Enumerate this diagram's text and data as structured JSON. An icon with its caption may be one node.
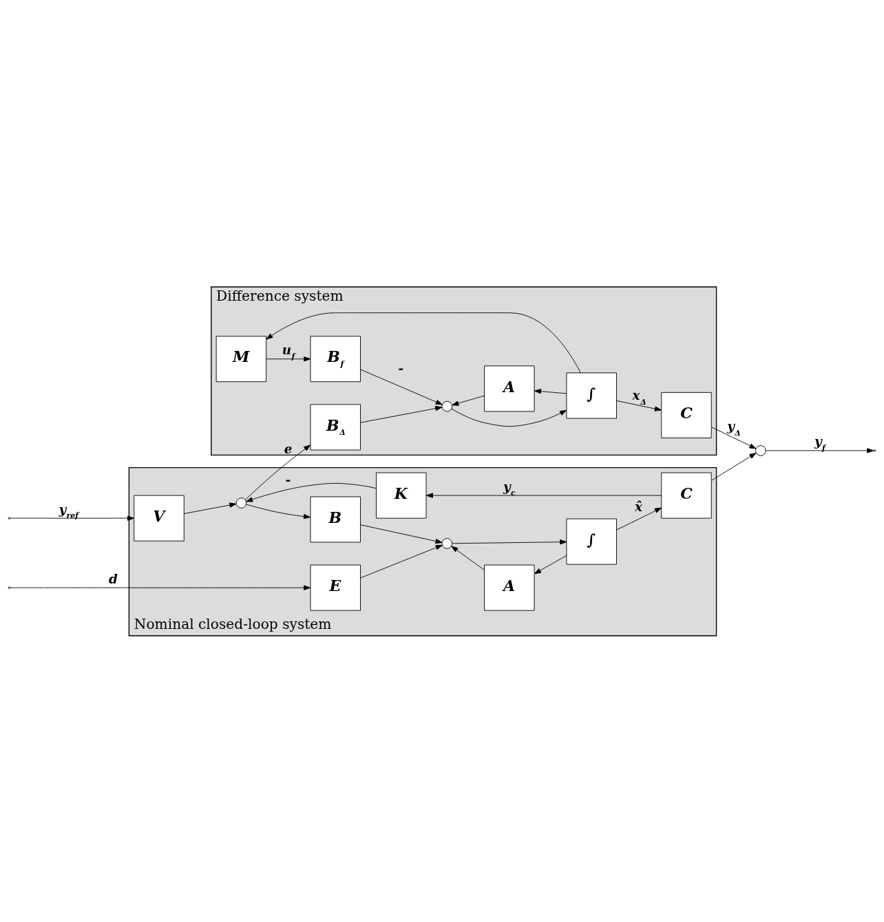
{
  "diagram": {
    "nodes": [
      {
        "text": [
          "Difference system"
        ]
      },
      {
        "text": [
          "M"
        ],
        "in": 0
      },
      {
        "text": [
          "B$_{f}$"
        ],
        "in": 0
      },
      {
        "text": [],
        "shape": "circle",
        "in": 0
      },
      {
        "text": [
          "∫"
        ],
        "in": 0
      },
      {
        "text": [
          "C"
        ],
        "in": 0
      },
      {
        "text": [
          "B$_{Δ}$"
        ],
        "in": 0
      },
      {
        "text": [
          "A"
        ],
        "in": 0
      },
      {
        "text": [
          "Nominal closed-loop system"
        ]
      },
      {
        "text": [
          "E"
        ],
        "in": 8
      },
      {
        "text": [
          "V"
        ],
        "in": 8
      },
      {
        "text": [],
        "shape": "circle",
        "in": 8
      },
      {
        "text": [
          "B"
        ],
        "in": 8
      },
      {
        "text": [],
        "shape": "circle",
        "in": 8
      },
      {
        "text": [
          "∫"
        ],
        "in": 8
      },
      {
        "text": [
          "C"
        ],
        "in": 8
      },
      {
        "text": [
          "A"
        ],
        "in": 8
      },
      {
        "text": [
          "K"
        ],
        "in": 8
      },
      {
        "text": [],
        "shape": "circle"
      }
    ],
    "edges": [
      {
        "from": 1,
        "to": 2,
        "arrow": "to",
        "label": "u$_{f}$"
      },
      {
        "from": 2,
        "to": 3,
        "arrow": "to",
        "label": "-"
      },
      {
        "from": 6,
        "to": 3,
        "arrow": "to"
      },
      {
        "from": 7,
        "to": 3,
        "arrow": "to"
      },
      {
        "from": 3,
        "to": 4,
        "arrow": "to"
      },
      {
        "from": 4,
        "to": 5,
        "arrow": "to",
        "label": "x$_{Δ}$"
      },
      {
        "from": 4,
        "to": 1,
        "arrow": "to"
      },
      {
        "from": 4,
        "to": 7,
        "arrow": "to"
      },
      {
        "from": 5,
        "to": 18,
        "arrow": "to",
        "label": "y$_{Δ}$"
      },
      {
        "from": null,
        "to": 9,
        "arrow": "to",
        "label": "d"
      },
      {
        "from": 9,
        "to": 13,
        "arrow": "to"
      },
      {
        "from": null,
        "to": 10,
        "arrow": "to",
        "label": "y$_{ref}$"
      },
      {
        "from": 10,
        "to": 11,
        "arrow": "to"
      },
      {
        "from": 11,
        "to": 12,
        "arrow": "to"
      },
      {
        "from": 11,
        "to": 6,
        "arrow": "to",
        "label": "e"
      },
      {
        "from": 17,
        "to": 11,
        "arrow": "to",
        "label": "-"
      },
      {
        "from": 12,
        "to": 13,
        "arrow": "to"
      },
      {
        "from": 13,
        "to": 14,
        "arrow": "to"
      },
      {
        "from": 14,
        "to": 15,
        "arrow": "to",
        "label": "x̂"
      },
      {
        "from": 14,
        "to": 16,
        "arrow": "to"
      },
      {
        "from": 16,
        "to": 13,
        "arrow": "to"
      },
      {
        "from": 15,
        "to": 18,
        "arrow": "to"
      },
      {
        "from": 15,
        "to": 17,
        "arrow": "to",
        "label": "y$_{c}$"
      },
      {
        "from": 18,
        "to": null,
        "arrow": "to",
        "label": "y$_{f}$"
      }
    ]
  }
}
